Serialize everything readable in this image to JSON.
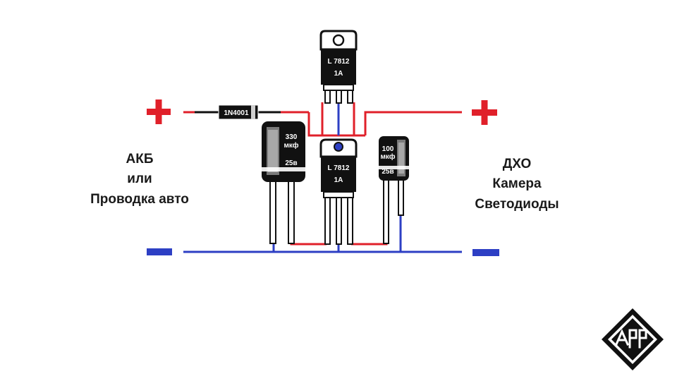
{
  "left_terminal": {
    "plus_sign": "+",
    "label_lines": [
      "АКБ",
      "или",
      "Проводка авто"
    ]
  },
  "right_terminal": {
    "plus_sign": "+",
    "label_lines": [
      "ДХО",
      "Камера",
      "Светодиоды"
    ]
  },
  "diode": {
    "label": "1N4001"
  },
  "regulators": [
    {
      "model": "L 7812",
      "current": "1A"
    },
    {
      "model": "L 7812",
      "current": "1A"
    }
  ],
  "capacitors": [
    {
      "capacitance": "330",
      "unit": "мкф",
      "voltage": "25в"
    },
    {
      "capacitance": "100",
      "unit": "мкф",
      "voltage": "25в"
    }
  ],
  "colors": {
    "positive_wire": "#e0202a",
    "negative_wire": "#2d3fc4",
    "component_body": "#111111"
  },
  "logo": {
    "icon": "diamond-monogram-logo"
  }
}
